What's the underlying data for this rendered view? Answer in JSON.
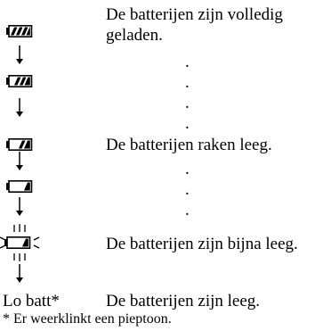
{
  "descriptions": {
    "full": "De batterijen zijn volledig",
    "full_line2": "geladen.",
    "low": "De batterijen raken leeg.",
    "almost_empty": "De batterijen zijn bijna leeg.",
    "empty": "De batterijen zijn leeg."
  },
  "indicators": {
    "lo_batt": "Lo batt*"
  },
  "footnote": "* Er weerklinkt een pieptoon.",
  "states": [
    {
      "name": "full",
      "fill_fraction": 1.0
    },
    {
      "name": "three-quarters",
      "fill_fraction": 0.67
    },
    {
      "name": "half",
      "fill_fraction": 0.5
    },
    {
      "name": "low",
      "fill_fraction": 0.25
    },
    {
      "name": "almost-empty-blinking",
      "fill_fraction": 0.25
    }
  ],
  "dot_glyph": "."
}
